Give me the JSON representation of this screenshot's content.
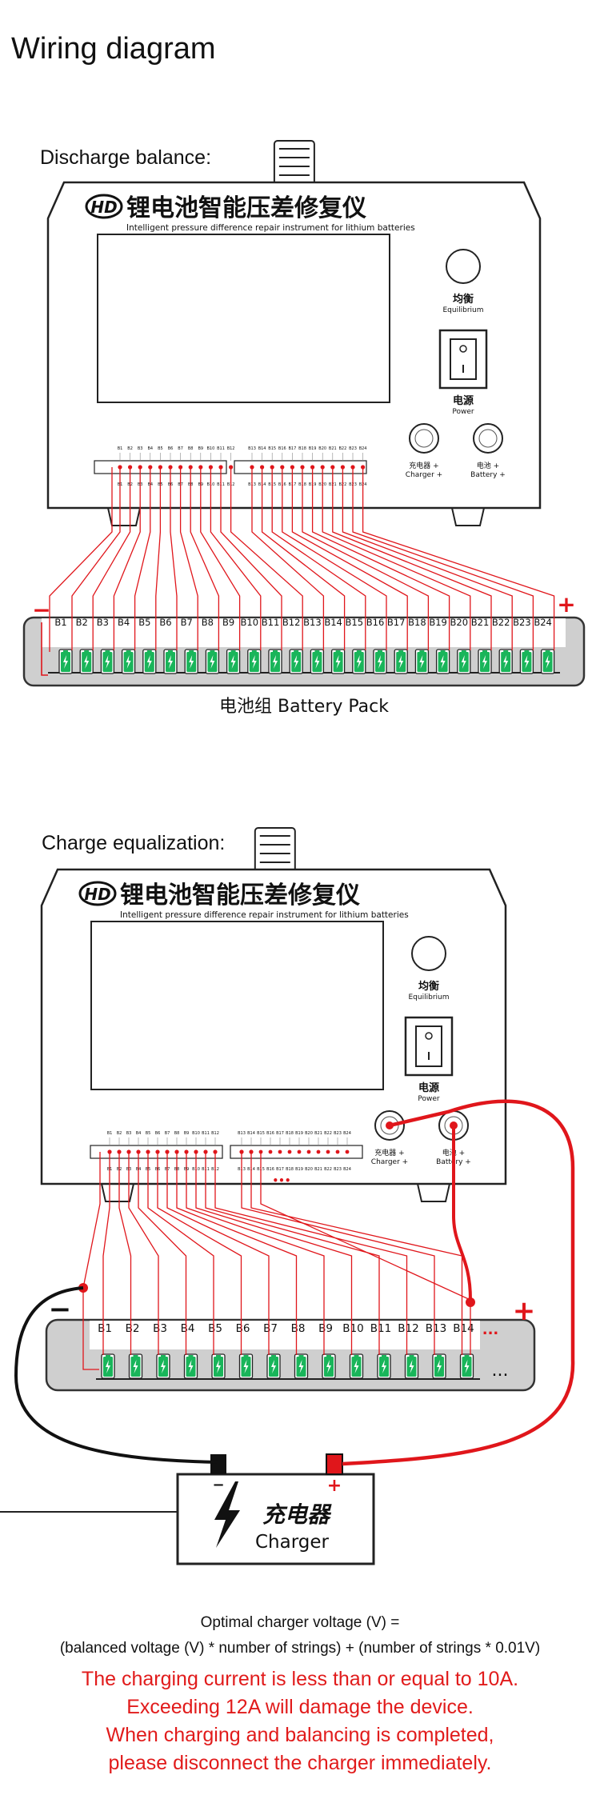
{
  "page_title": "Wiring diagram",
  "sections": {
    "discharge_label": "Discharge balance:",
    "charge_label": "Charge equalization:"
  },
  "device": {
    "name_cn": "锂电池智能压差修复仪",
    "name_en": "Intelligent pressure difference repair instrument for lithium batteries",
    "logo_text": "HD",
    "equilibrium_cn": "均衡",
    "equilibrium_en": "Equilibrium",
    "power_cn": "电源",
    "power_en": "Power",
    "charger_label": "充电器 +",
    "charger_label_en": "Charger +",
    "battery_label": "电池 +",
    "battery_label_en": "Battery +",
    "ellipsis": "•••"
  },
  "discharge": {
    "cells": [
      "B1",
      "B2",
      "B3",
      "B4",
      "B5",
      "B6",
      "B7",
      "B8",
      "B9",
      "B10",
      "B11",
      "B12",
      "B13",
      "B14",
      "B15",
      "B16",
      "B17",
      "B18",
      "B19",
      "B20",
      "B21",
      "B22",
      "B23",
      "B24"
    ],
    "pack_label": "电池组  Battery Pack",
    "minus": "−",
    "plus": "+"
  },
  "charge": {
    "cells": [
      "B1",
      "B2",
      "B3",
      "B4",
      "B5",
      "B6",
      "B7",
      "B8",
      "B9",
      "B10",
      "B11",
      "B12",
      "B13",
      "B14"
    ],
    "ellipsis": "...",
    "cells_more": "...",
    "minus": "−",
    "plus": "+",
    "charger_cn": "充电器",
    "charger_en": "Charger",
    "charger_minus": "−",
    "charger_plus": "+"
  },
  "terminal_labels_top": [
    "B1",
    "B2",
    "B3",
    "B4",
    "B5",
    "B6",
    "B7",
    "B8",
    "B9",
    "B10",
    "B11",
    "B12",
    "B13",
    "B14",
    "B15",
    "B16",
    "B17",
    "B18",
    "B19",
    "B20",
    "B21",
    "B22",
    "B23",
    "B24"
  ],
  "notes": {
    "formula_line1": "Optimal charger voltage (V) =",
    "formula_line2": "(balanced voltage (V) * number of strings) + (number of strings * 0.01V)",
    "warnings": [
      "The charging current is less than or equal to 10A.",
      "Exceeding 12A will damage the device.",
      "When charging and balancing is completed,",
      "please disconnect the charger immediately."
    ]
  },
  "colors": {
    "wire": "#e0161b",
    "cell_green": "#19b55a",
    "pack_gray": "#cfcfcf",
    "text_red": "#e11b1b"
  }
}
